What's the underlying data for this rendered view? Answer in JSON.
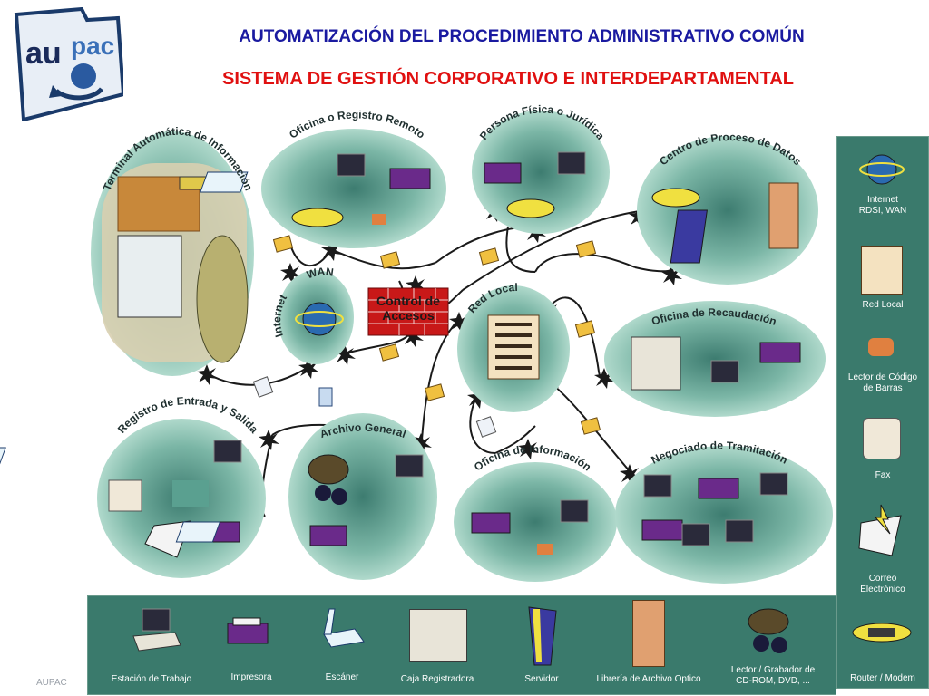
{
  "header": {
    "logo_text_left": "au",
    "logo_text_right": "pac",
    "title": "AUTOMATIZACIÓN DEL PROCEDIMIENTO ADMINISTRATIVO COMÚN",
    "subtitle": "SISTEMA DE GESTIÓN CORPORATIVO E INTERDEPARTAMENTAL"
  },
  "nodes": {
    "terminal": "Terminal Automática de Información",
    "oficina_registro": "Oficina o Registro Remoto",
    "persona": "Persona Física o Jurídica",
    "centro_proceso": "Centro de Proceso de Datos",
    "internet": "Internet",
    "wan": "WAN",
    "control": "Control de Accesos",
    "red_local": "Red Local",
    "recaudacion": "Oficina de Recaudación",
    "registro_entrada": "Registro de Entrada y Salida",
    "archivo_general": "Archivo General",
    "oficina_informacion": "Oficina de     Información",
    "negociado": "Negociado de Tramitación"
  },
  "legend_right": [
    {
      "label_1": "Internet",
      "label_2": "RDSI, WAN",
      "icon": "globe-icon"
    },
    {
      "label_1": "Red Local",
      "label_2": "",
      "icon": "patch-panel-icon"
    },
    {
      "label_1": "Lector de Código",
      "label_2": "de Barras",
      "icon": "barcode-reader-icon"
    },
    {
      "label_1": "Fax",
      "label_2": "",
      "icon": "fax-icon"
    },
    {
      "label_1": "Correo",
      "label_2": "Electrónico",
      "icon": "email-icon"
    },
    {
      "label_1": "Router / Modem",
      "label_2": "",
      "icon": "router-icon"
    }
  ],
  "legend_bottom": [
    {
      "label_1": "Estación de Trabajo",
      "label_2": "",
      "icon": "workstation-icon"
    },
    {
      "label_1": "Impresora",
      "label_2": "",
      "icon": "printer-icon"
    },
    {
      "label_1": "Escáner",
      "label_2": "",
      "icon": "scanner-icon"
    },
    {
      "label_1": "Caja Registradora",
      "label_2": "",
      "icon": "cash-register-icon"
    },
    {
      "label_1": "Servidor",
      "label_2": "",
      "icon": "server-icon"
    },
    {
      "label_1": "Librería de Archivo Optico",
      "label_2": "",
      "icon": "optical-library-icon"
    },
    {
      "label_1": "Lector / Grabador de",
      "label_2": "CD-ROM, DVD, ...",
      "icon": "cd-rom-icon"
    }
  ],
  "footer": "AUPAC",
  "colors": {
    "title_blue": "#1a1aa0",
    "subtitle_red": "#e01010",
    "panel_teal": "#3a7a6c",
    "node_teal": "#a8d4c4"
  }
}
